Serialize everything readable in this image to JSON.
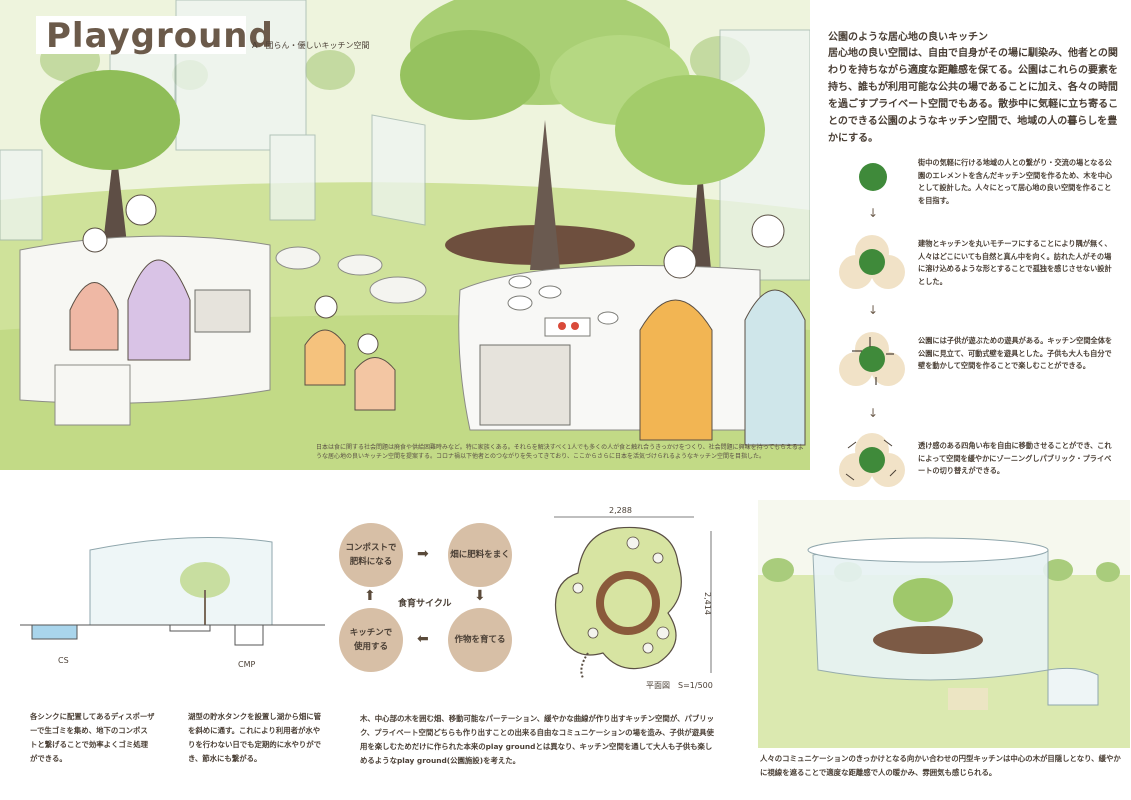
{
  "header": {
    "title": "Playground",
    "subtitle": "A　団らん・優しいキッチン空間"
  },
  "hero": {
    "caption": "日本は食に関する社会問題は廃食や供給困難時みなど。特に家族くある。それらを解決すべく1人でも多くの人が食と触れ合うきっかけをつくり、社会問題に興味を持ってもらえるような居心地の良いキッチン空間を提案する。コロナ禍以下他者とのつながりを失ってきており、ここからさらに日本を活気づけられるようなキッチン空間を目指した。"
  },
  "concept": {
    "heading": "公園のような居心地の良いキッチン",
    "body": "居心地の良い空間は、自由で自身がその場に馴染み、他者との関わりを持ちながら適度な距離感を保てる。公園はこれらの要素を持ち、誰もが利用可能な公共の場であることに加え、各々の時間を過ごすプライベート空間でもある。散歩中に気軽に立ち寄ることのできる公園のようなキッチン空間で、地域の人の暮らしを豊かにする。"
  },
  "steps": [
    {
      "text": "街中の気軽に行ける地域の人との繋がり・交流の場となる公園のエレメントを含んだキッチン空間を作るため、木を中心として設計した。人々にとって居心地の良い空間を作ることを目指す。"
    },
    {
      "text": "建物とキッチンを丸いモチーフにすることにより隅が無く、人々はどこにいても自然と真ん中を向く。訪れた人がその場に溶け込めるような形とすることで孤独を感じさせない設計とした。"
    },
    {
      "text": "公園には子供が遊ぶための遊具がある。キッチン空間全体を公園に見立て、可動式壁を遊具とした。子供も大人も自分で壁を動かして空間を作ることで楽しむことができる。"
    },
    {
      "text": "透け感のある四角い布を自由に移動させることができ、これによって空間を緩やかにゾーニングしパブリック・プライベートの切り替えができる。"
    }
  ],
  "section": {
    "label_cs": "CS",
    "label_cmp": "CMP",
    "caption_left": "各シンクに配置してあるディスポーザーで生ゴミを集め、地下のコンポストと繋げることで効率よくゴミ処理ができる。",
    "caption_right": "湖型の貯水タンクを設置し湖から畑に管を斜めに通す。これにより利用者が水やりを行わない日でも定期的に水やりができ、節水にも繋がる。"
  },
  "cycle": {
    "label": "食育サイクル",
    "items": [
      "コンポストで\n肥料になる",
      "畑に肥料をまく",
      "作物を育てる",
      "キッチンで\n使用する"
    ]
  },
  "cycle_caption": "木、中心部の木を囲む畑、移動可能なパーテーション、緩やかな曲線が作り出すキッチン空間が、パブリック、プライベート空間どちらも作り出すことの出来る自由なコミュニケーションの場を造み、子供が遊具使用を楽しむためだけに作られた本来のplay groundとは異なり、キッチン空間を通して大人も子供も楽しめるようなplay ground(公園施設)を考えた。",
  "plan": {
    "width_label": "2,288",
    "height_label": "2,414",
    "scale_label": "平面図　S=1/500"
  },
  "perspective": {
    "caption": "人々のコミュニケーションのきっかけとなる向かい合わせの円型キッチンは中心の木が目隠しとなり、緩やかに視線を遮ることで適度な距離感で人の暖かみ、雰囲気も感じられる。"
  },
  "colors": {
    "tree_green": "#3f8a3a",
    "beige_circle": "#f1e2c7",
    "cycle_brown": "#d7bfa6",
    "title_brown": "#6b5a4a"
  }
}
